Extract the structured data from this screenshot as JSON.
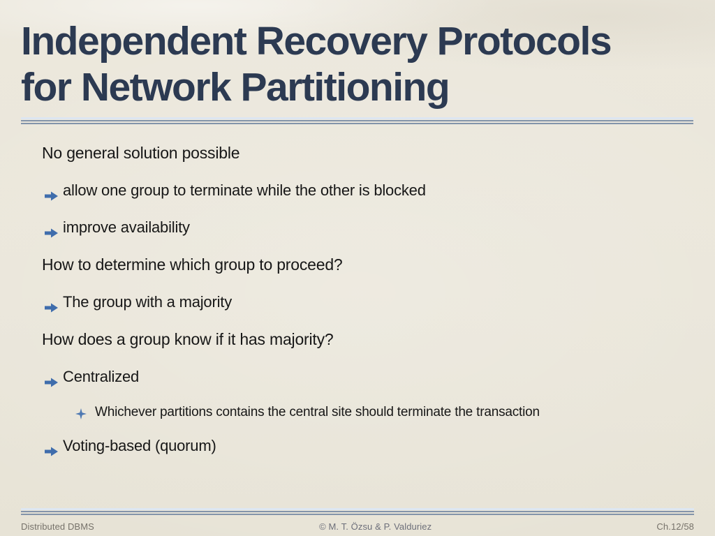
{
  "slide": {
    "title_lines": [
      "Independent Recovery Protocols",
      "for Network Partitioning"
    ],
    "bullets": [
      {
        "level": 1,
        "marker": "dot-icon",
        "text": "No general solution possible"
      },
      {
        "level": 2,
        "marker": "arrow-right-icon",
        "text": "allow one group to terminate while the other is blocked"
      },
      {
        "level": 2,
        "marker": "arrow-right-icon",
        "text": "improve availability"
      },
      {
        "level": 1,
        "marker": "dot-icon",
        "text": "How to determine which group to proceed?"
      },
      {
        "level": 2,
        "marker": "arrow-right-icon",
        "text": "The group with a majority"
      },
      {
        "level": 1,
        "marker": "dot-icon",
        "text": "How does a group know if it has majority?"
      },
      {
        "level": 2,
        "marker": "arrow-right-icon",
        "text": "Centralized"
      },
      {
        "level": 3,
        "marker": "four-point-star-icon",
        "text": "Whichever partitions contains the central site should terminate the transaction"
      },
      {
        "level": 2,
        "marker": "arrow-right-icon",
        "text": "Voting-based (quorum)"
      }
    ],
    "footer": {
      "left": "Distributed DBMS",
      "center": "© M. T. Özsu & P. Valduriez",
      "right": "Ch.12/58"
    },
    "colors": {
      "background": "#eae6da",
      "title": "#2c3a52",
      "body_text": "#171717",
      "bullet_accent": "#4d78b2",
      "divider_dark": "#8394aa",
      "divider_light": "#dde6f1",
      "footer_text": "#76726a"
    }
  }
}
